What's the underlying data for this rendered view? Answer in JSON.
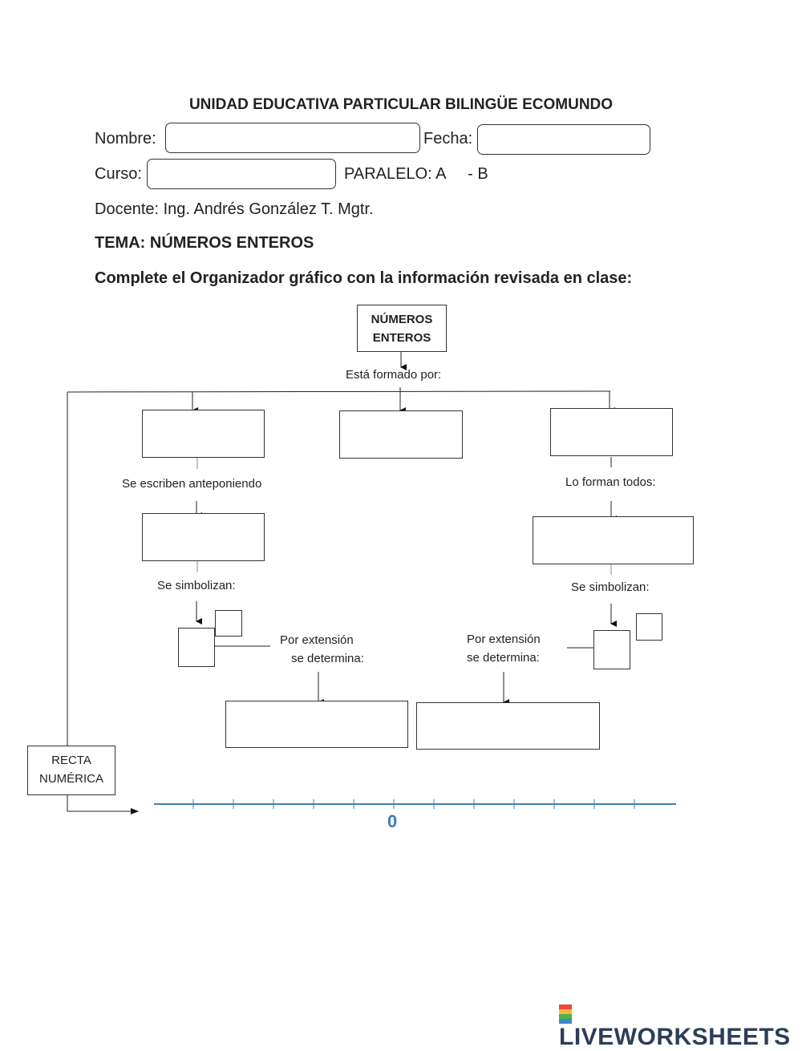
{
  "header": {
    "school": "UNIDAD EDUCATIVA PARTICULAR BILINGÜE ECOMUNDO",
    "name_label": "Nombre:",
    "date_label": "Fecha:",
    "course_label": "Curso:",
    "parallel_text": "PARALELO: A     - B",
    "teacher": "Docente: Ing. Andrés González T. Mgtr.",
    "topic": "TEMA: NÚMEROS ENTEROS",
    "instruction": "Complete el Organizador gráfico con la información revisada en clase:"
  },
  "fields": {
    "name_value": "",
    "date_value": "",
    "course_value": ""
  },
  "organizer": {
    "root_line1": "NÚMEROS",
    "root_line2": "ENTEROS",
    "formed_by": "Está formado por:",
    "left_written": "Se escriben anteponiendo",
    "left_symbol": "Se simbolizan:",
    "right_formed": "Lo forman todos:",
    "right_symbol": "Se simbolizan:",
    "extension_left_1": "Por extensión",
    "extension_left_2": "se determina:",
    "extension_right_1": "Por extensión",
    "extension_right_2": "se determina:",
    "number_line_1": "RECTA",
    "number_line_2": "NUMÉRICA",
    "zero": "0"
  },
  "answers": {
    "box_left": "",
    "box_center": "",
    "box_right": "",
    "box_left_sign": "",
    "box_right_all": "",
    "symbol_left": "",
    "symbol_left_sup": "",
    "symbol_right": "",
    "symbol_right_sup": "",
    "extension_left": "",
    "extension_right": ""
  },
  "branding": {
    "logo_text": "LIVEWORKSHEETS",
    "logo_colors": [
      "#e94b3c",
      "#f6b93b",
      "#4cb050",
      "#3a89c9"
    ]
  }
}
